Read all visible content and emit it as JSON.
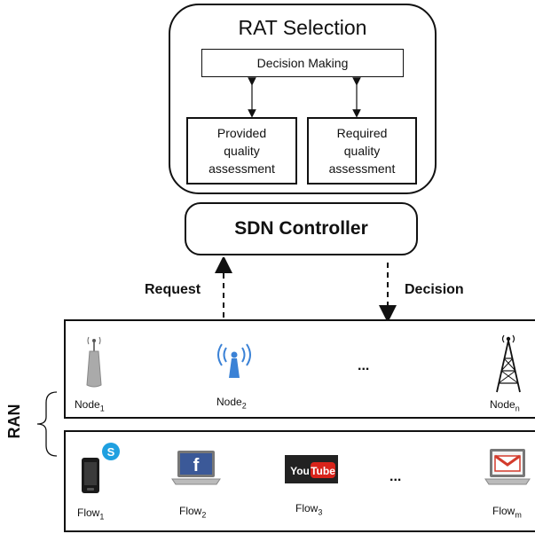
{
  "rat_selection": {
    "title": "RAT Selection",
    "decision_making": "Decision Making",
    "provided": [
      "Provided",
      "quality",
      "assessment"
    ],
    "required": [
      "Required",
      "quality",
      "assessment"
    ]
  },
  "controller": {
    "label": "SDN Controller"
  },
  "arrows": {
    "request": "Request",
    "decision": "Decision"
  },
  "ran_label": "RAN",
  "nodes": [
    {
      "name": "Node",
      "sub": "1",
      "icon": "small-antenna-icon"
    },
    {
      "name": "Node",
      "sub": "2",
      "icon": "wifi-access-point-icon"
    },
    {
      "name": "Node",
      "sub": "n",
      "icon": "cell-tower-icon"
    }
  ],
  "nodes_ellipsis": "...",
  "flows": [
    {
      "name": "Flow",
      "sub": "1",
      "icon": "phone-skype-icon"
    },
    {
      "name": "Flow",
      "sub": "2",
      "icon": "laptop-facebook-icon"
    },
    {
      "name": "Flow",
      "sub": "3",
      "icon": "youtube-icon"
    },
    {
      "name": "Flow",
      "sub": "m",
      "icon": "laptop-gmail-icon"
    }
  ],
  "flows_ellipsis": "...",
  "icon_text": {
    "youtube_you": "You",
    "youtube_tube": "Tube",
    "facebook": "f",
    "skype": "S"
  },
  "colors": {
    "wifi_blue": "#3b82d6",
    "facebook_blue": "#3b5998",
    "youtube_red": "#d9241b",
    "gmail_red": "#d33b2c",
    "skype_blue": "#1fa0e0"
  }
}
